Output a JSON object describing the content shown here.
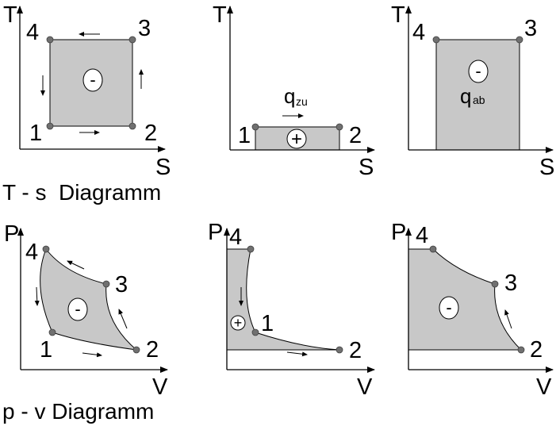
{
  "ts_section": {
    "title": "T - s  Diagramm",
    "plot1": {
      "y_axis": "T",
      "x_axis": "S",
      "state_labels": [
        "1",
        "2",
        "3",
        "4"
      ],
      "area_sign": "-"
    },
    "plot2": {
      "y_axis": "T",
      "x_axis": "S",
      "state_labels": [
        "1",
        "2"
      ],
      "area_sign": "+",
      "heat_label": "q",
      "heat_sub": "zu"
    },
    "plot3": {
      "y_axis": "T",
      "x_axis": "S",
      "state_labels": [
        "4",
        "3"
      ],
      "area_sign": "-",
      "heat_label": "q",
      "heat_sub": "ab"
    }
  },
  "pv_section": {
    "title": "p - v Diagramm",
    "plot1": {
      "y_axis": "P",
      "x_axis": "V",
      "state_labels": [
        "4",
        "3",
        "1",
        "2"
      ],
      "area_sign": "-"
    },
    "plot2": {
      "y_axis": "P",
      "x_axis": "V",
      "state_labels": [
        "4",
        "1",
        "2"
      ],
      "area_sign": "+"
    },
    "plot3": {
      "y_axis": "P",
      "x_axis": "V",
      "state_labels": [
        "4",
        "3",
        "2"
      ],
      "area_sign": "-"
    }
  }
}
